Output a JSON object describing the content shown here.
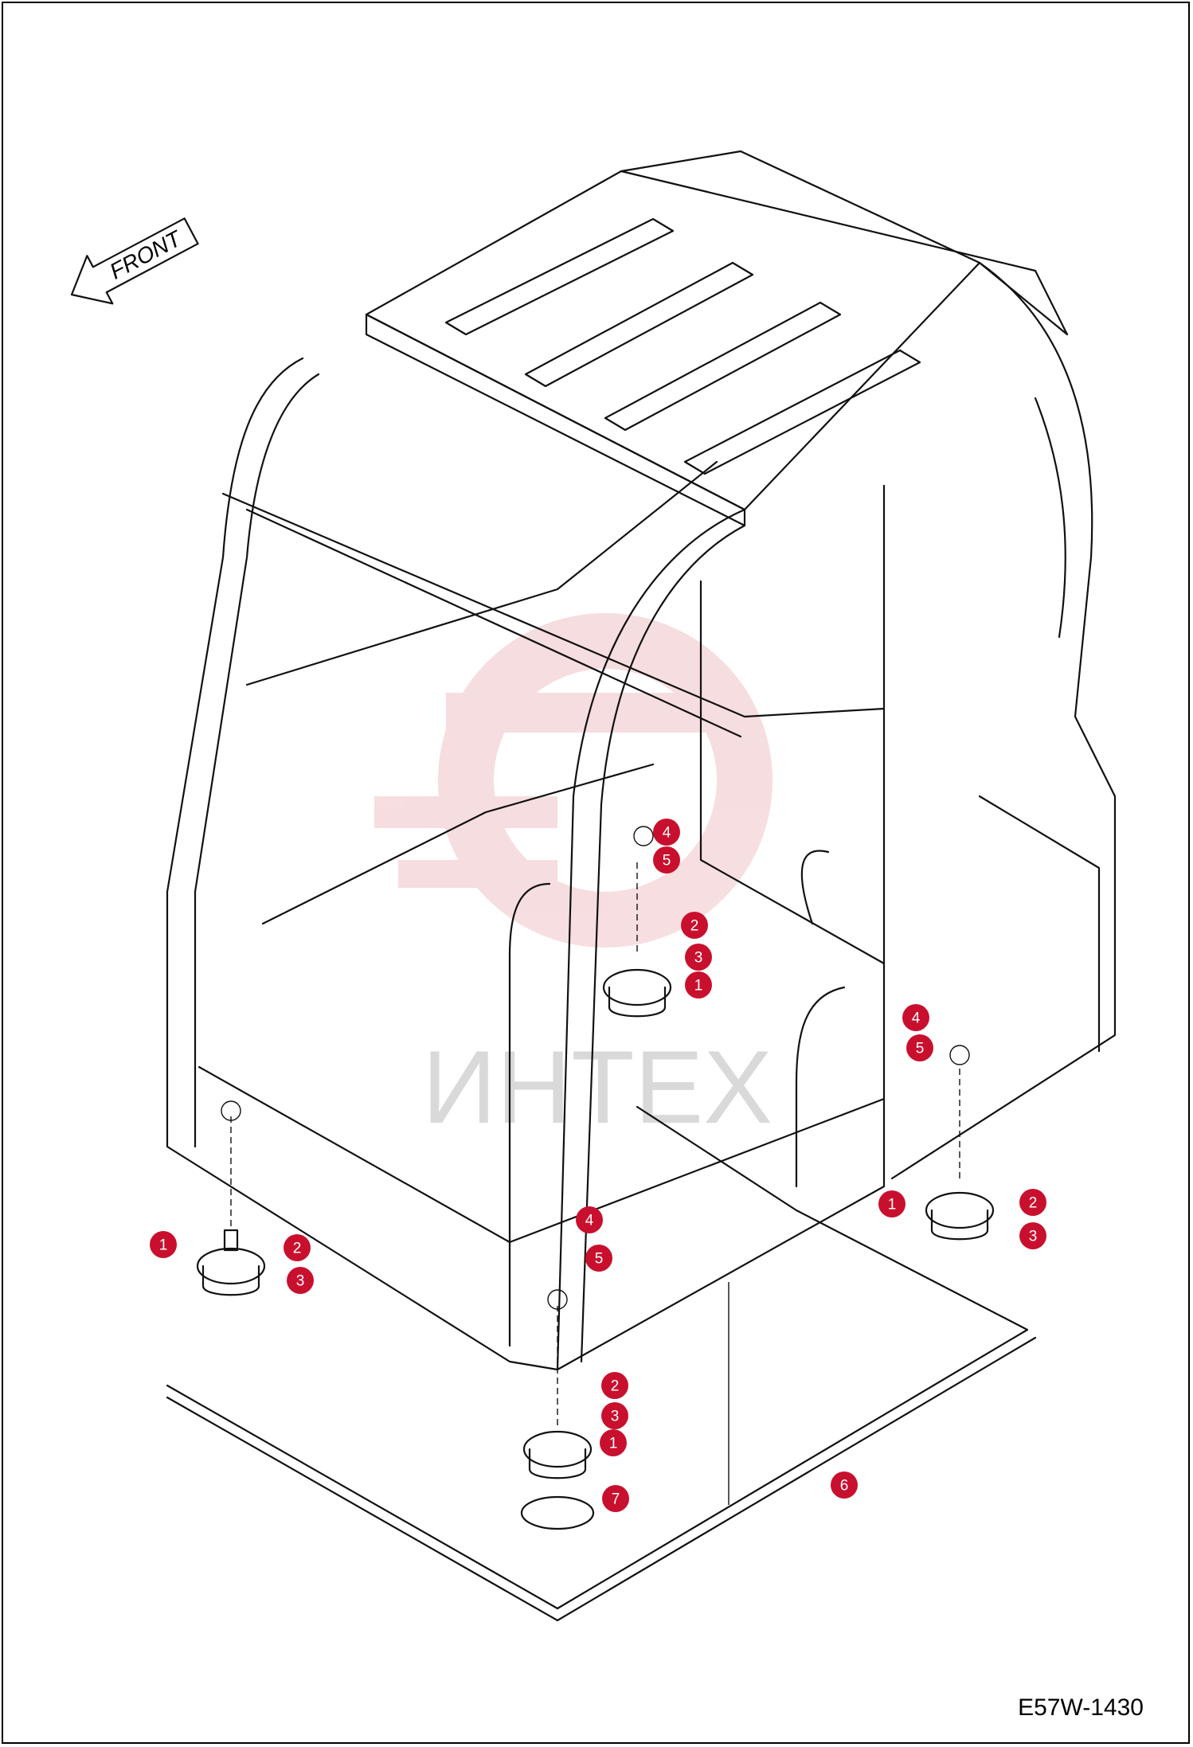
{
  "drawing_code": "E57W-1430",
  "front_label": "FRONT",
  "watermark_text": "ИНТЕХ",
  "callout_color": "#c8102e",
  "watermark_color": "#e8a0a6",
  "callouts": [
    "4",
    "5",
    "2",
    "3",
    "1",
    "4",
    "5",
    "1",
    "2",
    "3",
    "1",
    "2",
    "3",
    "4",
    "5",
    "2",
    "3",
    "1",
    "7",
    "6"
  ]
}
